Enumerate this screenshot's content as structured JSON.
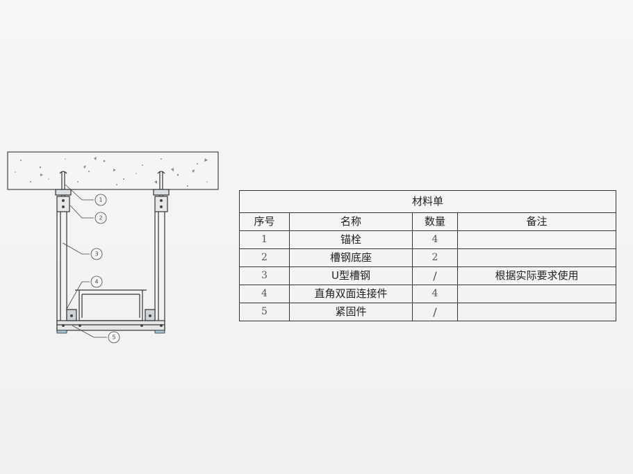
{
  "material_table": {
    "title": "材料单",
    "headers": [
      "序号",
      "名称",
      "数量",
      "备注"
    ],
    "rows": [
      {
        "no": "1",
        "name": "锚栓",
        "qty": "4",
        "note": ""
      },
      {
        "no": "2",
        "name": "槽钢底座",
        "qty": "2",
        "note": ""
      },
      {
        "no": "3",
        "name": "U型槽钢",
        "qty": "/",
        "note": "根据实际要求使用"
      },
      {
        "no": "4",
        "name": "直角双面连接件",
        "qty": "4",
        "note": ""
      },
      {
        "no": "5",
        "name": "紧固件",
        "qty": "/",
        "note": ""
      }
    ]
  },
  "drawing": {
    "callouts": [
      "1",
      "2",
      "3",
      "4",
      "5"
    ]
  }
}
